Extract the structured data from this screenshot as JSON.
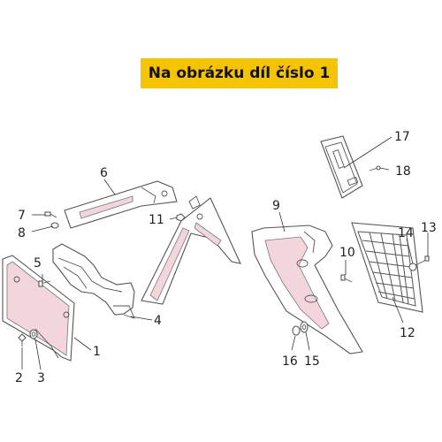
{
  "banner": {
    "text": "Na obrázku díl číslo 1",
    "color": "#f5c400"
  },
  "callouts": {
    "c1": "1",
    "c2": "2",
    "c3": "3",
    "c4": "4",
    "c5": "5",
    "c6": "6",
    "c7": "7",
    "c8": "8",
    "c9": "9",
    "c10": "10",
    "c11": "11",
    "c12": "12",
    "c13": "13",
    "c14": "14",
    "c15": "15",
    "c16": "16",
    "c17": "17",
    "c18": "18"
  },
  "highlight_color": "#f3d6dc"
}
